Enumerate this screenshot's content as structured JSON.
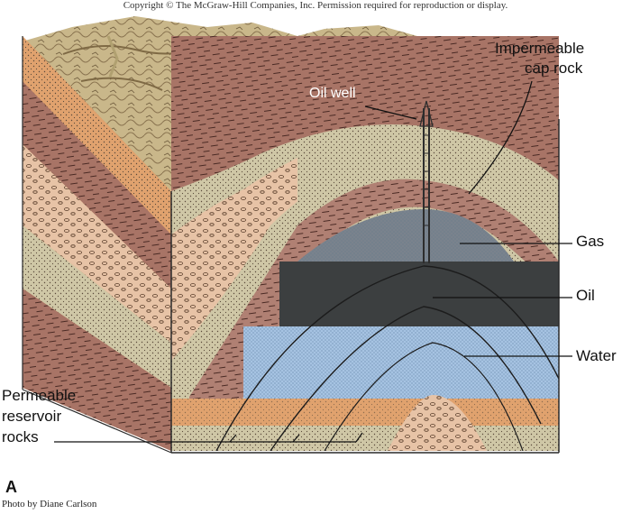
{
  "header": {
    "copyright": "Copyright © The McGraw-Hill Companies, Inc. Permission required for reproduction or display."
  },
  "labels": {
    "oil_well": "Oil well",
    "cap_rock_line1": "Impermeable",
    "cap_rock_line2": "cap rock",
    "gas": "Gas",
    "oil": "Oil",
    "water": "Water",
    "reservoir_line1": "Permeable",
    "reservoir_line2": "reservoir",
    "reservoir_line3": "rocks"
  },
  "footer": {
    "panel_letter": "A",
    "credit": "Photo by Diane Carlson"
  },
  "colors": {
    "brown_layer": "#a87466",
    "tan_dots_layer": "#e7c3a6",
    "sage_layer": "#cfc7a6",
    "gas": "#7a838d",
    "oil": "#3c3f40",
    "water": "#a6c3e2",
    "orange_layer": "#e0a26e",
    "terrain": "#c9b78a"
  }
}
